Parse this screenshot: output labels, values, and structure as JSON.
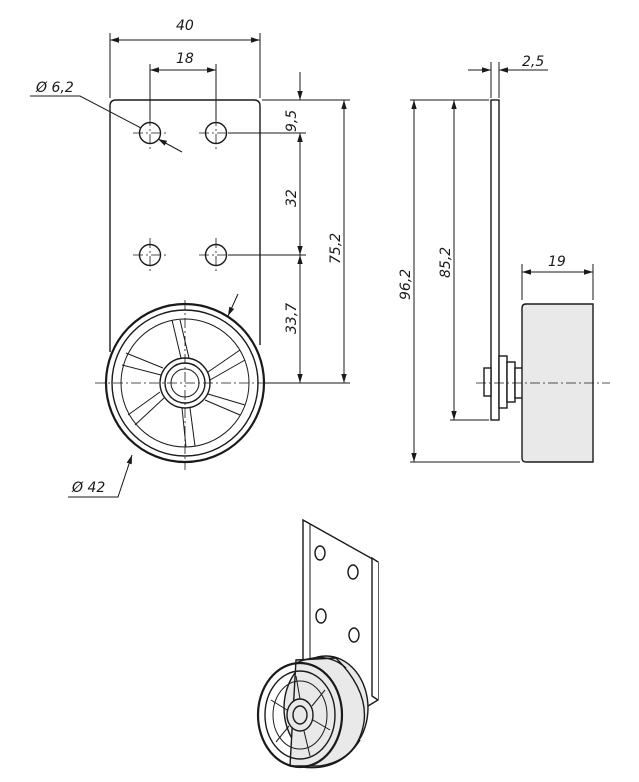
{
  "dimensions": {
    "width_40": "40",
    "spacing_18": "18",
    "hole_dia": "Ø 6,2",
    "top_offset": "9,5",
    "hole_pitch": "32",
    "bottom_offset": "33,7",
    "total_height_front": "75,2",
    "wheel_dia": "Ø 42",
    "thickness": "2,5",
    "total_height": "96,2",
    "plate_height": "85,2",
    "wheel_width": "19"
  }
}
